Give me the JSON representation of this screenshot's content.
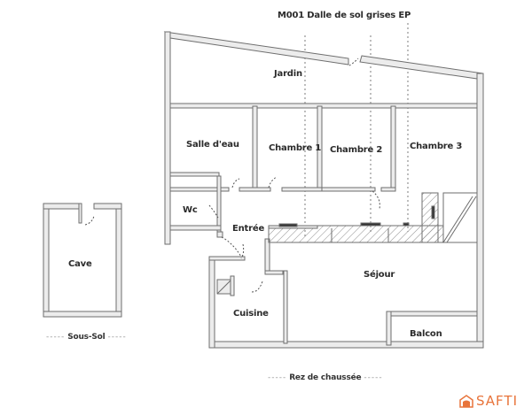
{
  "title": "M001 Dalle de sol grises EP",
  "rooms": [
    {
      "id": "jardin",
      "label": "Jardin"
    },
    {
      "id": "salle-deau",
      "label": "Salle d'eau"
    },
    {
      "id": "chambre-1",
      "label": "Chambre 1"
    },
    {
      "id": "chambre-2",
      "label": "Chambre 2"
    },
    {
      "id": "chambre-3",
      "label": "Chambre 3"
    },
    {
      "id": "wc",
      "label": "Wc"
    },
    {
      "id": "entree",
      "label": "Entrée"
    },
    {
      "id": "sejour",
      "label": "Séjour"
    },
    {
      "id": "cuisine",
      "label": "Cuisine"
    },
    {
      "id": "balcon",
      "label": "Balcon"
    },
    {
      "id": "cave",
      "label": "Cave"
    }
  ],
  "levels": {
    "basement": {
      "label": "Sous-Sol",
      "dashes": "-----"
    },
    "ground": {
      "label": "Rez de chaussée",
      "dashes": "-----"
    }
  },
  "brand": {
    "name": "SAFTI",
    "color": "#e8743b",
    "icon": "house-icon"
  },
  "colors": {
    "wall": "#6e6e6e",
    "wall_fill": "#ececec",
    "hatch": "#8a8a8a",
    "dotted_line": "#9a9a9a"
  }
}
